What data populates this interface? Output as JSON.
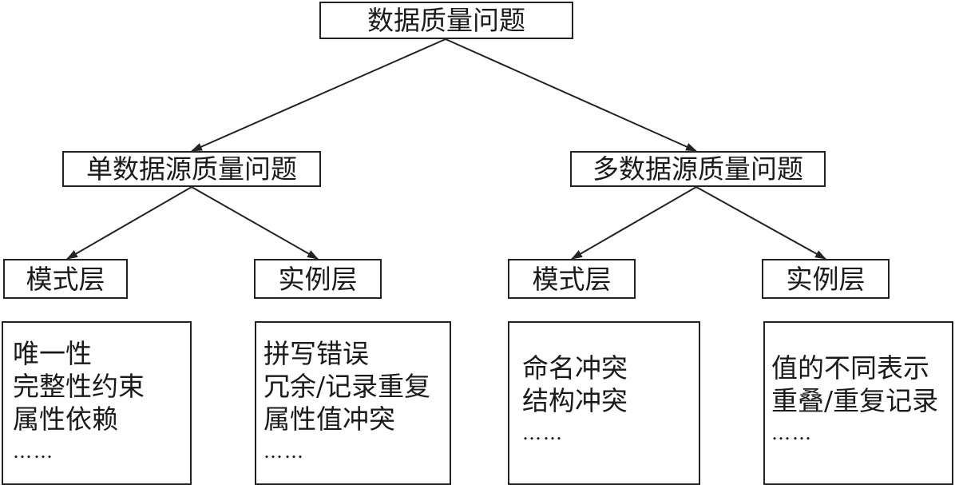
{
  "root": {
    "label": "数据质量问题"
  },
  "branches": [
    {
      "label": "单数据源质量问题",
      "layers": [
        {
          "label": "模式层",
          "items": [
            "唯一性",
            "完整性约束",
            "属性依赖",
            "……"
          ]
        },
        {
          "label": "实例层",
          "items": [
            "拼写错误",
            "冗余/记录重复",
            "属性值冲突",
            "……"
          ]
        }
      ]
    },
    {
      "label": "多数据源质量问题",
      "layers": [
        {
          "label": "模式层",
          "items": [
            "命名冲突",
            "结构冲突",
            "……"
          ]
        },
        {
          "label": "实例层",
          "items": [
            "值的不同表示",
            "重叠/重复记录",
            "……"
          ]
        }
      ]
    }
  ]
}
